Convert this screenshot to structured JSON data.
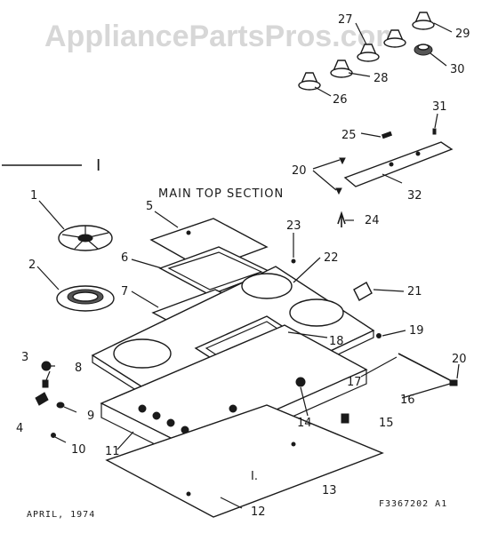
{
  "watermark": "AppliancePartsPros.com",
  "section_marker": "I",
  "section_title": "MAIN TOP SECTION",
  "footer": {
    "date": "APRIL, 1974",
    "code": "F3367202 A1",
    "small_mark": "I."
  },
  "callouts": {
    "c1": "1",
    "c2": "2",
    "c3": "3",
    "c4": "4",
    "c5": "5",
    "c6": "6",
    "c7": "7",
    "c8": "8",
    "c9": "9",
    "c10": "10",
    "c11": "11",
    "c12": "12",
    "c13": "13",
    "c14": "14",
    "c15": "15",
    "c16": "16",
    "c17": "17",
    "c18": "18",
    "c19": "19",
    "c20a": "20",
    "c20b": "20",
    "c21": "21",
    "c22": "22",
    "c23": "23",
    "c24": "24",
    "c25": "25",
    "c26": "26",
    "c27": "27",
    "c28": "28",
    "c29": "29",
    "c30": "30",
    "c31": "31",
    "c32": "32"
  }
}
